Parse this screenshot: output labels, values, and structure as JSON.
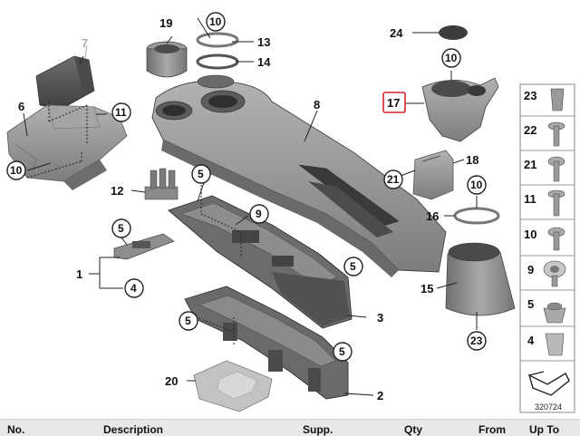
{
  "diagram": {
    "reference_number": "320724",
    "callouts": {
      "p1": "1",
      "p2": "2",
      "p3": "3",
      "p4": "4",
      "p5a": "5",
      "p5b": "5",
      "p5c": "5",
      "p5d": "5",
      "p5e": "5",
      "p6": "6",
      "p7": "7",
      "p8": "8",
      "p9": "9",
      "p10a": "10",
      "p10b": "10",
      "p10c": "10",
      "p10d": "10",
      "p11": "11",
      "p12": "12",
      "p13": "13",
      "p14": "14",
      "p15": "15",
      "p16": "16",
      "p17": "17",
      "p18": "18",
      "p19": "19",
      "p20": "20",
      "p21": "21",
      "p23": "23",
      "p24": "24"
    },
    "fastener_labels": [
      "23",
      "22",
      "21",
      "11",
      "10",
      "9",
      "5",
      "4"
    ]
  },
  "table_header": {
    "col1": "No.",
    "col2": "Description",
    "col3": "Supp.",
    "col4": "Qty",
    "col5": "From",
    "col6": "Up To"
  },
  "colors": {
    "part_fill": "#8f8f8f",
    "part_dark": "#5e5e5e",
    "part_light": "#b4b4b4",
    "highlight_box": "#d9232d"
  }
}
